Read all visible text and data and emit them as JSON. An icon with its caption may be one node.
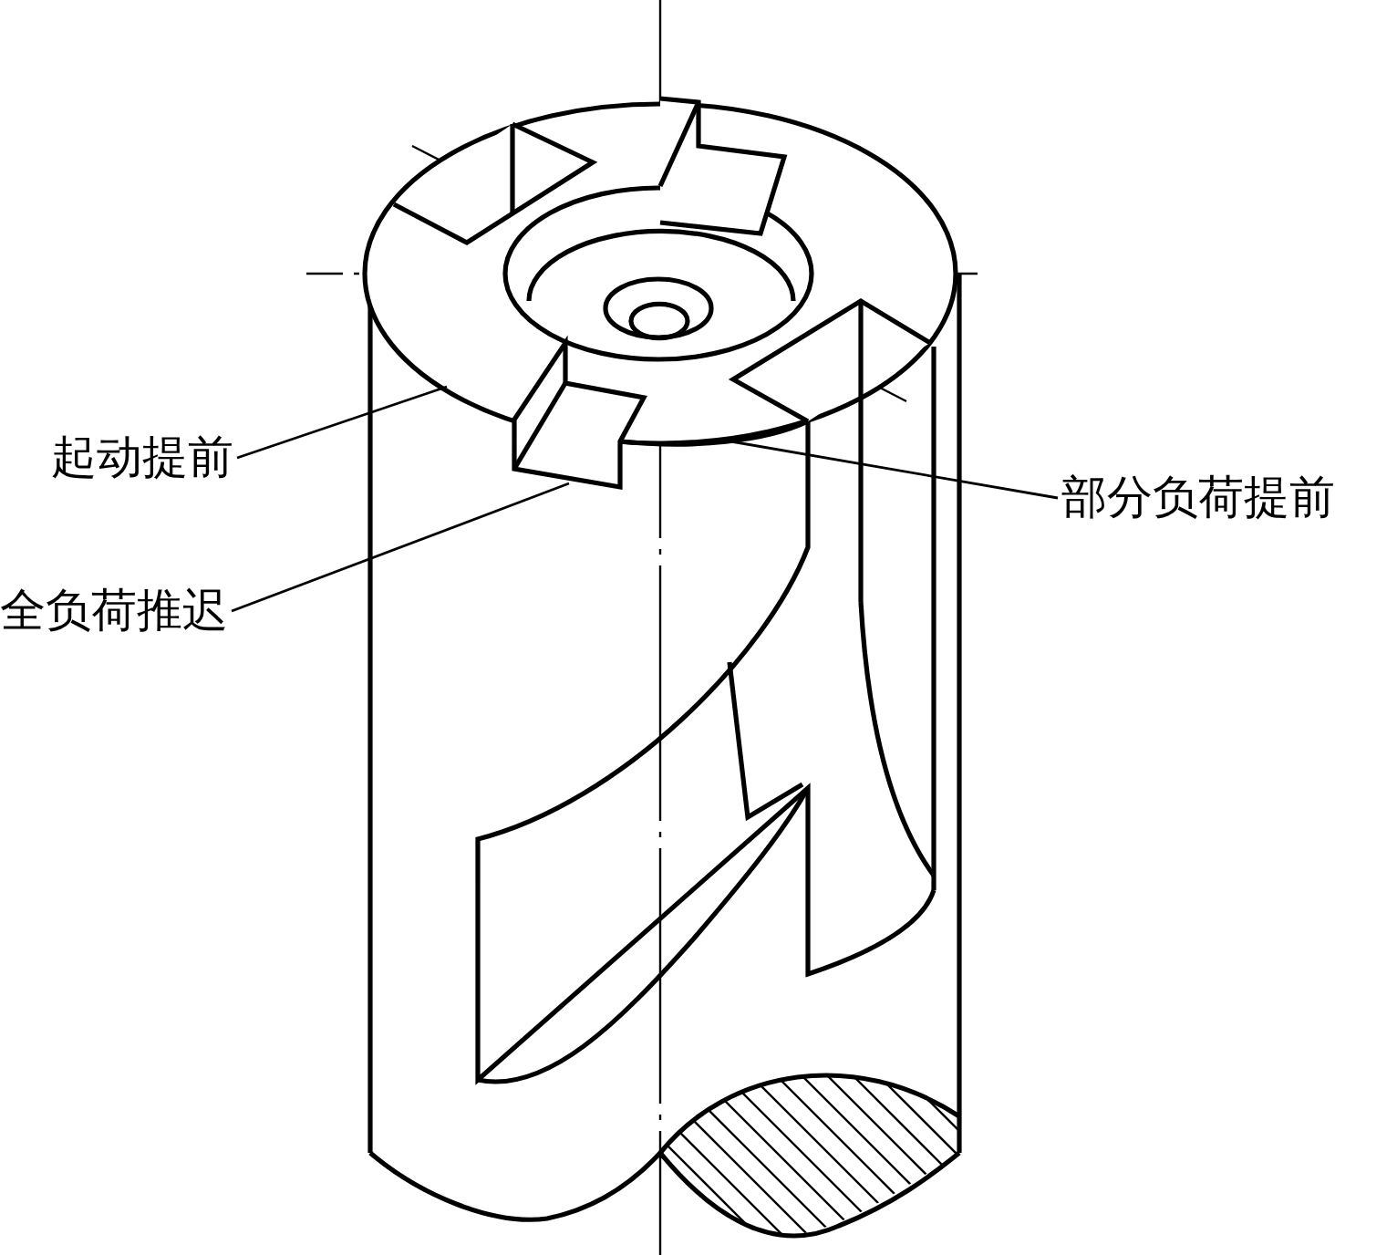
{
  "diagram": {
    "nodes": [
      {
        "text": [
          "起动提前"
        ]
      },
      {
        "text": [
          "全负荷推迟"
        ]
      },
      {
        "text": [
          "部分负荷提前"
        ]
      }
    ],
    "edges": [
      {
        "from": 0,
        "to": null,
        "arrow": "none"
      },
      {
        "from": 1,
        "to": null,
        "arrow": "none"
      },
      {
        "from": 2,
        "to": null,
        "arrow": "none"
      }
    ]
  }
}
